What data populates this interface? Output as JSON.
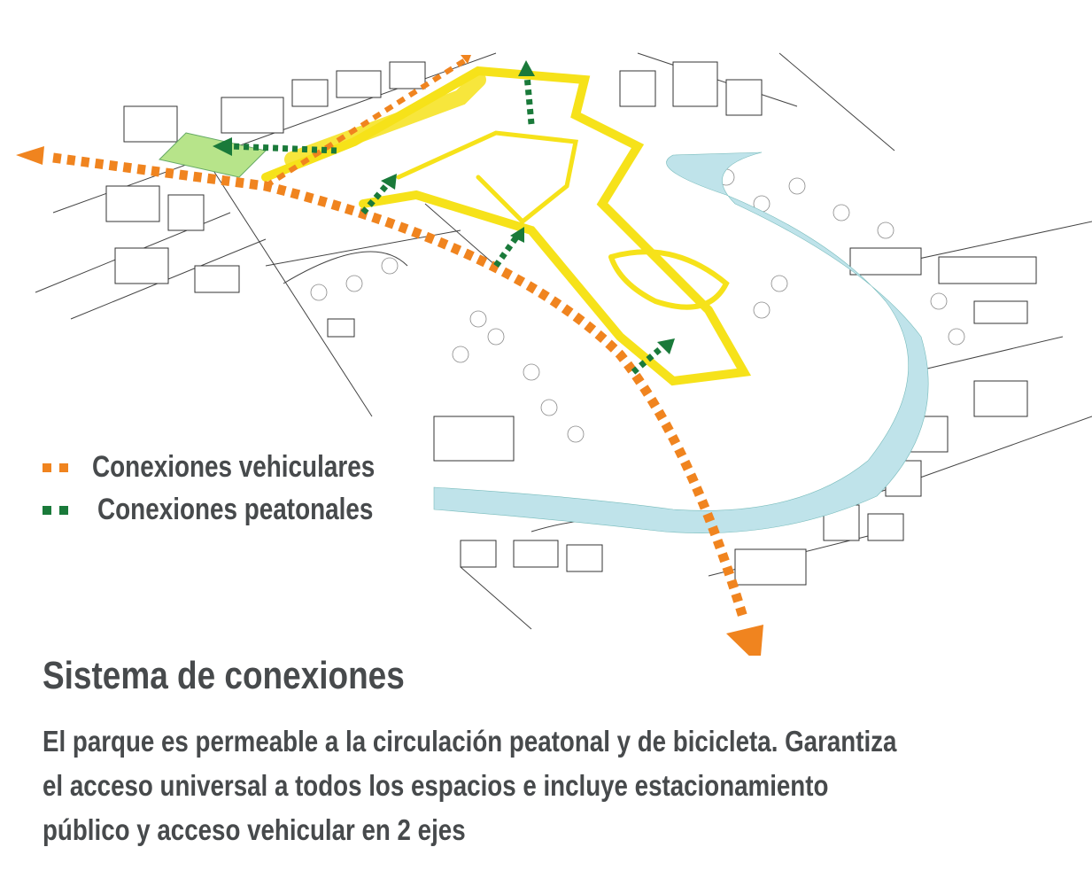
{
  "legend": [
    {
      "label": "Conexiones vehiculares",
      "color": "#f0841f"
    },
    {
      "label": "Conexiones peatonales",
      "color": "#1a7a3a"
    }
  ],
  "title": "Sistema de conexiones",
  "description_lines": [
    "El parque es permeable a la circulación peatonal y de bicicleta. Garantiza",
    "el acceso universal a todos los espacios e incluye estacionamiento",
    "público y acceso vehicular en 2 ejes"
  ],
  "colors": {
    "river": "#bfe3ea",
    "park_paths": "#f6e21a",
    "plaza_green": "#b7e48a",
    "text": "#474a4c"
  }
}
